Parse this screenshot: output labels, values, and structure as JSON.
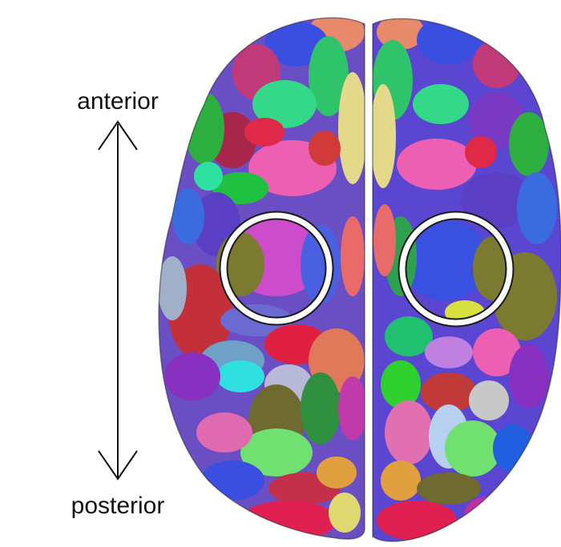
{
  "axis": {
    "top_label": "anterior",
    "bottom_label": "posterior"
  },
  "colors": {
    "background": "#ffffff",
    "arrow": "#111111",
    "highlight_ring": "#ffffff",
    "highlight_ring_outline": "#1a1a1a",
    "interhemispheric_gap": "#ffffff"
  },
  "image": {
    "description_name": "brain-parcellation-render",
    "highlight_count": 2
  }
}
